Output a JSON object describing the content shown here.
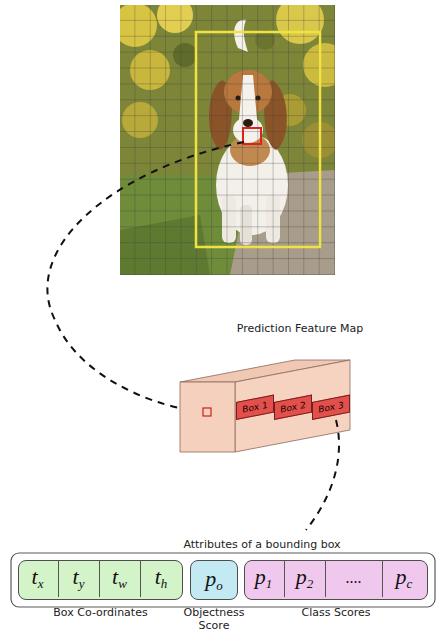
{
  "diagram": {
    "nodes": [
      {
        "text": [
          "Box 1"
        ]
      },
      {
        "text": [
          "Box 2"
        ]
      },
      {
        "text": [
          "Box 3"
        ]
      },
      {
        "text": [
          "Box Co-ordinates"
        ]
      },
      {
        "text": [
          "tx"
        ],
        "in": 3
      },
      {
        "text": [
          "ty"
        ],
        "in": 3
      },
      {
        "text": [
          "tw"
        ],
        "in": 3
      },
      {
        "text": [
          "th"
        ],
        "in": 3
      },
      {
        "text": [
          "po",
          "Objectness Score"
        ]
      },
      {
        "text": [
          "Class Scores"
        ]
      },
      {
        "text": [
          "p1"
        ],
        "in": 9
      },
      {
        "text": [
          "p2"
        ],
        "in": 9
      },
      {
        "text": [
          "...."
        ],
        "in": 9
      },
      {
        "text": [
          "pc"
        ],
        "in": 9
      }
    ],
    "labels": [
      "Prediction Feature Map",
      "Attributes of a bounding box"
    ]
  }
}
